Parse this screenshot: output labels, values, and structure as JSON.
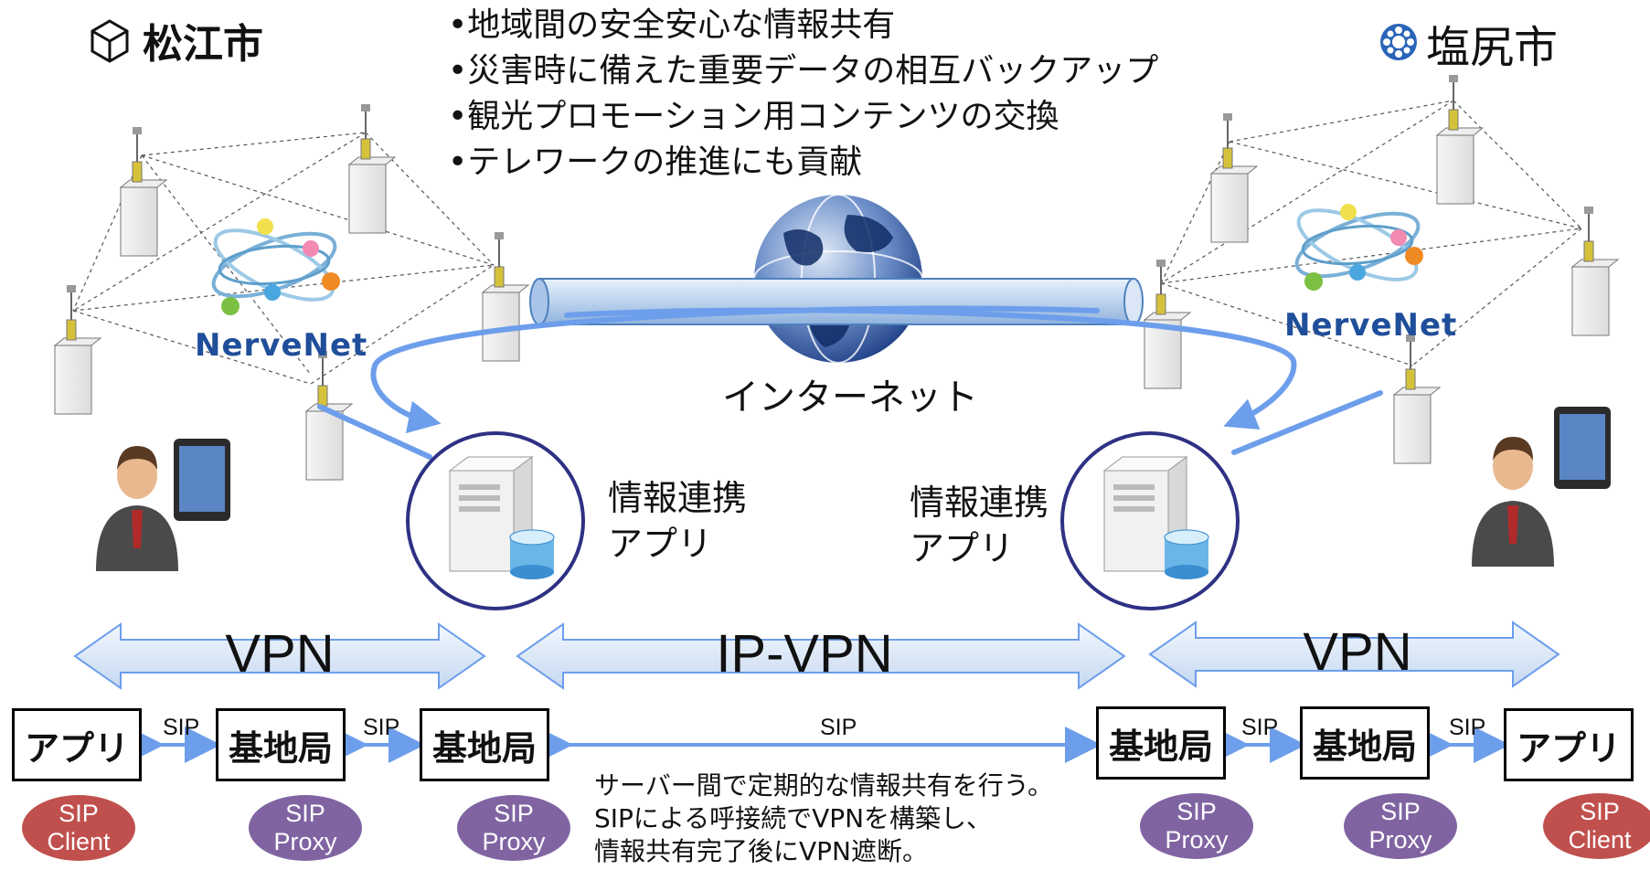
{
  "cities": {
    "left": "松江市",
    "right": "塩尻市"
  },
  "bullets": [
    "•地域間の安全安心な情報共有",
    "•災害時に備えた重要データの相互バックアップ",
    "•観光プロモーション用コンテンツの交換",
    "•テレワークの推進にも貢献"
  ],
  "internet_label": "インターネット",
  "nervenet_label": "NerveNet",
  "servers": {
    "left": {
      "line1": "情報連携",
      "line2": "アプリ"
    },
    "right": {
      "line1": "情報連携",
      "line2": "アプリ"
    }
  },
  "network_segments": [
    "VPN",
    "IP-VPN",
    "VPN"
  ],
  "nodes": [
    "アプリ",
    "基地局",
    "基地局",
    "基地局",
    "基地局",
    "アプリ"
  ],
  "sip_links": [
    "SIP",
    "SIP",
    "SIP",
    "SIP",
    "SIP"
  ],
  "badges": [
    {
      "line1": "SIP",
      "line2": "Client"
    },
    {
      "line1": "SIP",
      "line2": "Proxy"
    },
    {
      "line1": "SIP",
      "line2": "Proxy"
    },
    {
      "line1": "SIP",
      "line2": "Proxy"
    },
    {
      "line1": "SIP",
      "line2": "Proxy"
    },
    {
      "line1": "SIP",
      "line2": "Client"
    }
  ],
  "note_lines": [
    "サーバー間で定期的な情報共有を行う。",
    "SIPによる呼接続でVPNを構築し、",
    "情報共有完了後にVPN遮断。"
  ],
  "colors": {
    "badge_client": "#c0504d",
    "badge_proxy": "#8064a2",
    "arrow_blue": "#4f81bd",
    "link_blue": "#6d9eeb",
    "circle_navy": "#2e3183",
    "tube_fill": "#c6d9f1"
  }
}
